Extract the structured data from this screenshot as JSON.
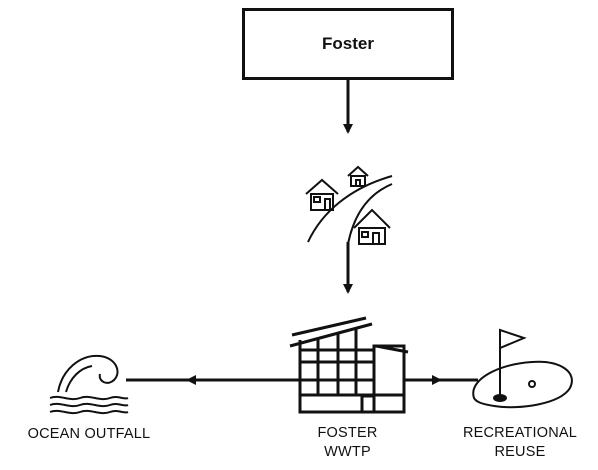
{
  "source": {
    "label": "Foster"
  },
  "nodes": {
    "ocean_outfall": {
      "label": "OCEAN OUTFALL",
      "icon": "ocean-wave-icon"
    },
    "wwtp": {
      "line1": "FOSTER",
      "line2": "WWTP",
      "icon": "treatment-plant-icon"
    },
    "reuse": {
      "line1": "RECREATIONAL",
      "line2": "REUSE",
      "icon": "golf-green-flag-icon"
    },
    "collection": {
      "icon": "houses-along-road-icon"
    }
  },
  "colors": {
    "stroke": "#111111",
    "background": "#ffffff"
  }
}
